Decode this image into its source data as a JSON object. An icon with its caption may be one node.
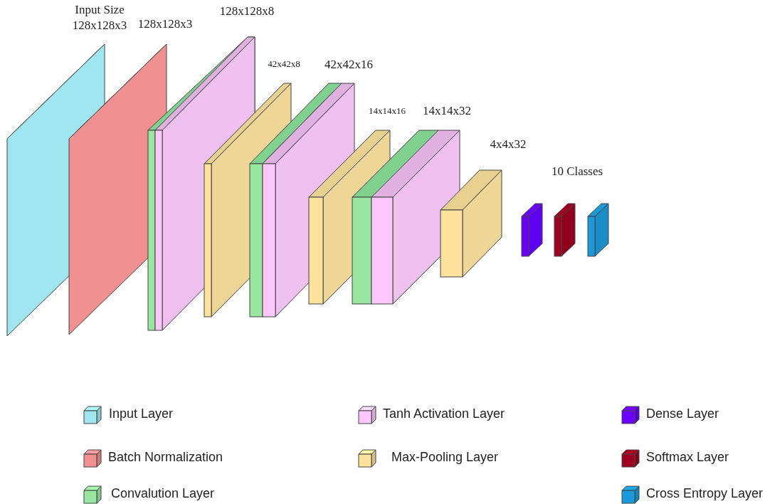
{
  "diagram": {
    "labels": [
      "Input Size",
      "128x128x3",
      "128x128x3",
      "128x128x8",
      "42x42x8",
      "42x42x16",
      "14x14x16",
      "14x14x32",
      "4x4x32",
      "10 Classes"
    ],
    "legend": [
      {
        "text": "Input Layer",
        "color": "#a0e6f0"
      },
      {
        "text": "Batch Normalization",
        "color": "#f09090"
      },
      {
        "text": "Convalution Layer",
        "color": "#98e6a0"
      },
      {
        "text": "Tanh Activation Layer",
        "color": "#fcc8fc"
      },
      {
        "text": "Max-Pooling Layer",
        "color": "#fce29c"
      },
      {
        "text": "Dense Layer",
        "color": "#6a00ff"
      },
      {
        "text": "Softmax Layer",
        "color": "#a00020"
      },
      {
        "text": "Cross Entropy Layer",
        "color": "#1a9ad8"
      }
    ]
  }
}
